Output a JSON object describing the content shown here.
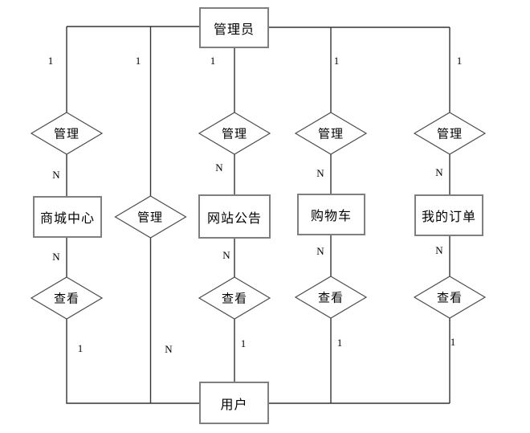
{
  "diagram": {
    "type": "entity-relationship-diagram",
    "colors": {
      "background": "#ffffff",
      "connector_line": "#333333",
      "entity_border": "#7f7f7f",
      "diamond_border": "#4d4d4d",
      "text": "#000000"
    },
    "entities": [
      {
        "id": "admin",
        "label": "管理员"
      },
      {
        "id": "mall-center",
        "label": "商城中心"
      },
      {
        "id": "site-announcement",
        "label": "网站公告"
      },
      {
        "id": "shopping-cart",
        "label": "购物车"
      },
      {
        "id": "my-orders",
        "label": "我的订单"
      },
      {
        "id": "user",
        "label": "用户"
      }
    ],
    "relationship_labels": {
      "manage": "管理",
      "view": "查看"
    },
    "cardinality": {
      "one": "1",
      "many": "N"
    },
    "connections": [
      {
        "entity_a": "管理员",
        "card_a": "1",
        "relation": "管理",
        "card_b": "N",
        "entity_b": "商城中心"
      },
      {
        "entity_a": "管理员",
        "card_a": "1",
        "relation": "管理",
        "card_b": "N",
        "entity_b": "网站公告"
      },
      {
        "entity_a": "管理员",
        "card_a": "1",
        "relation": "管理",
        "card_b": "N",
        "entity_b": "购物车"
      },
      {
        "entity_a": "管理员",
        "card_a": "1",
        "relation": "管理",
        "card_b": "N",
        "entity_b": "我的订单"
      },
      {
        "entity_a": "管理员",
        "card_a": "1",
        "relation": "管理",
        "card_b": "N",
        "entity_b": "用户"
      },
      {
        "entity_a": "商城中心",
        "card_a": "N",
        "relation": "查看",
        "card_b": "1",
        "entity_b": "用户"
      },
      {
        "entity_a": "网站公告",
        "card_a": "N",
        "relation": "查看",
        "card_b": "1",
        "entity_b": "用户"
      },
      {
        "entity_a": "购物车",
        "card_a": "N",
        "relation": "查看",
        "card_b": "1",
        "entity_b": "用户"
      },
      {
        "entity_a": "我的订单",
        "card_a": "N",
        "relation": "查看",
        "card_b": "1",
        "entity_b": "用户"
      }
    ]
  }
}
